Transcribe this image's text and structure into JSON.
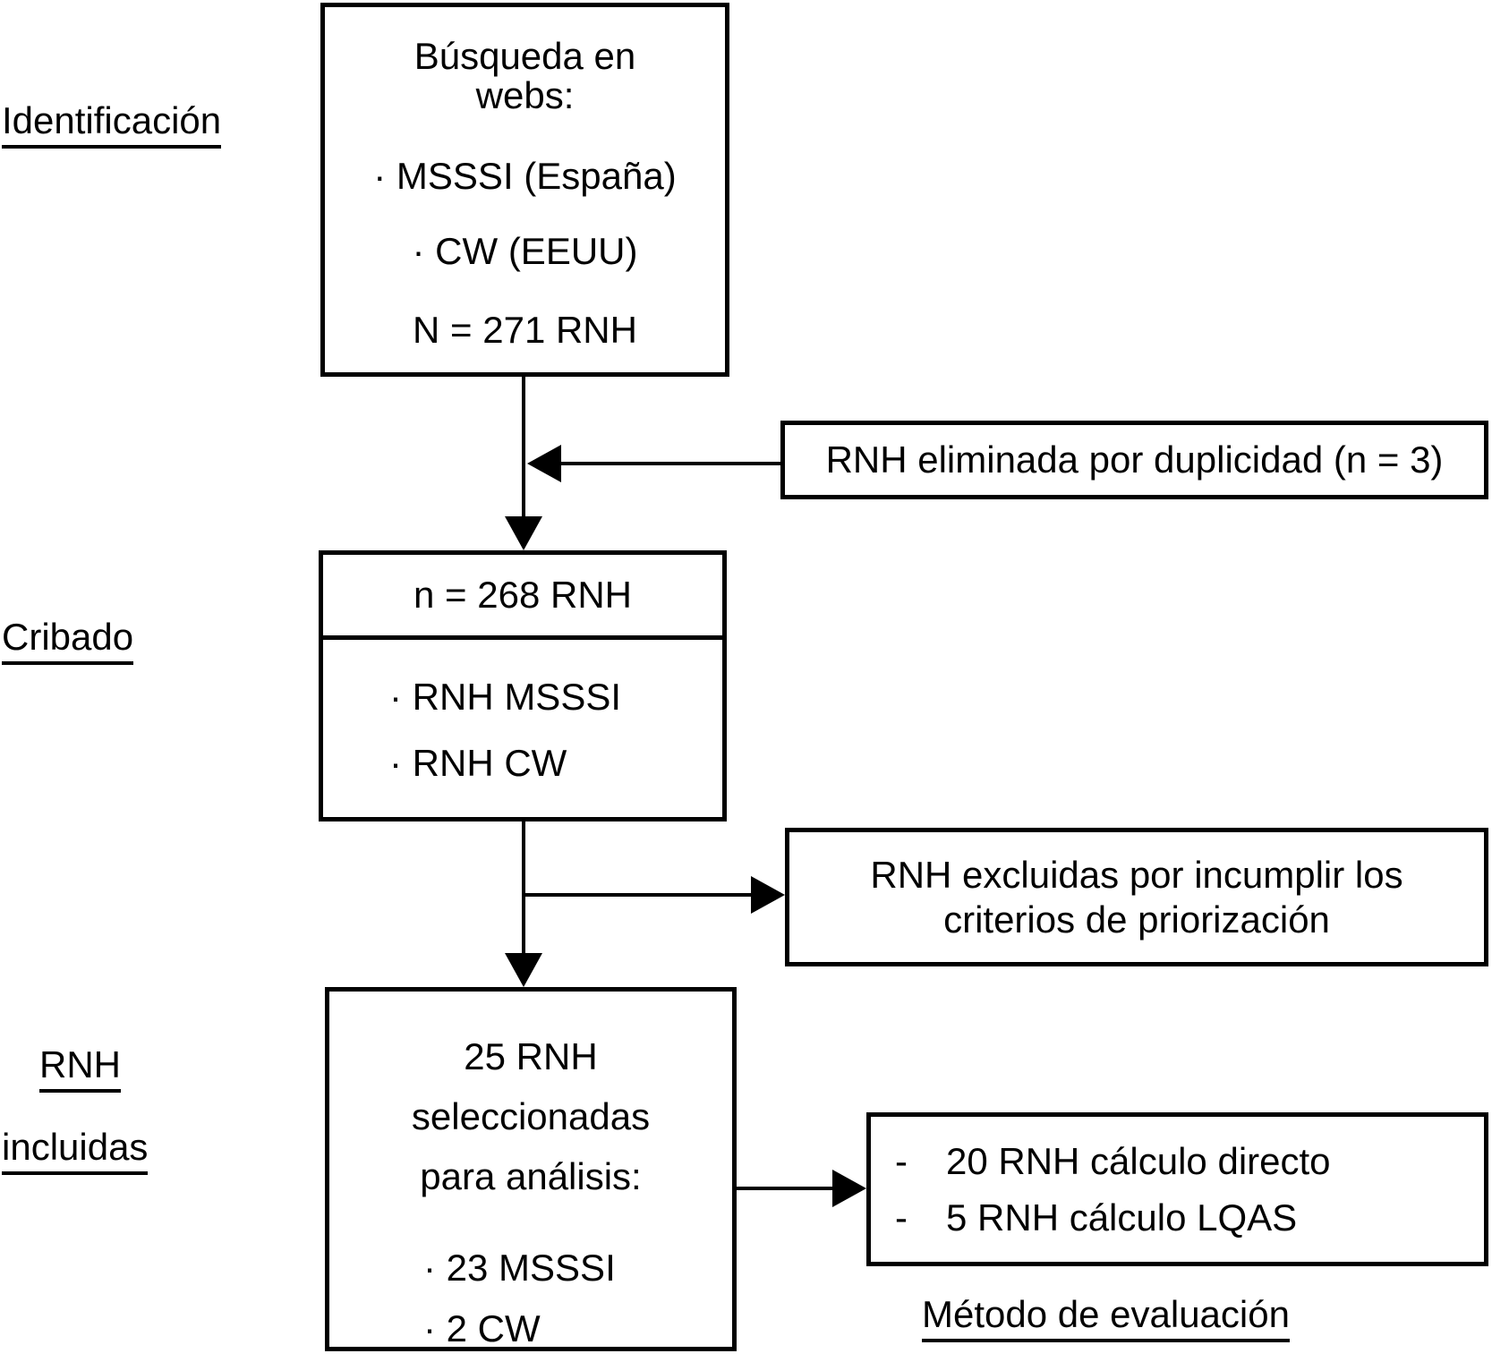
{
  "side_labels": {
    "identification": "Identificación",
    "screening": "Cribado",
    "included_line1": "RNH",
    "included_line2": "incluidas"
  },
  "boxes": {
    "search": {
      "title_line1": "Búsqueda en",
      "title_line2": "webs:",
      "items": [
        "· MSSSI (España)",
        "· CW (EEUU)"
      ],
      "total": "N = 271 RNH"
    },
    "screening": {
      "count": "n = 268 RNH",
      "items": [
        "· RNH MSSSI",
        "· RNH CW"
      ]
    },
    "duplicates": {
      "text": "RNH eliminada por duplicidad (n = 3)"
    },
    "excluded": {
      "line1": "RNH excluidas por incumplir los",
      "line2": "criterios de priorización"
    },
    "selected": {
      "title_line1": "25 RNH",
      "title_line2": "seleccionadas",
      "title_line3": "para análisis:",
      "items": [
        "· 23 MSSSI",
        "· 2 CW"
      ]
    },
    "method": {
      "items": [
        {
          "marker": "-",
          "text": "20 RNH cálculo directo"
        },
        {
          "marker": "-",
          "text": "5 RNH cálculo LQAS"
        }
      ],
      "caption": "Método de evaluación"
    }
  },
  "colors": {
    "line": "#000000",
    "background": "#ffffff"
  }
}
